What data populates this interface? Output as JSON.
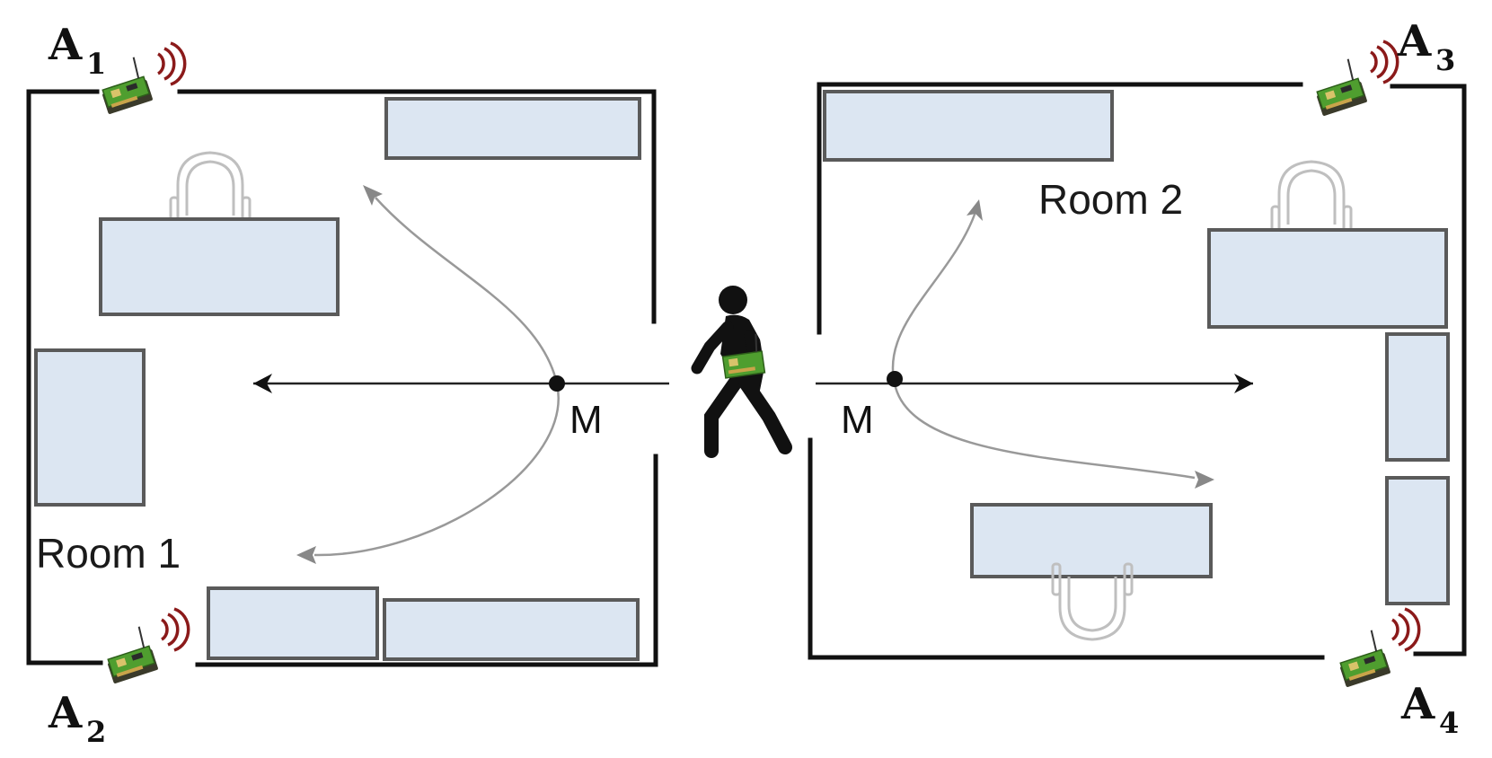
{
  "rooms": [
    {
      "label": "Room 1"
    },
    {
      "label": "Room 2"
    }
  ],
  "anchors": [
    {
      "letter": "A",
      "sub": "1"
    },
    {
      "letter": "A",
      "sub": "2"
    },
    {
      "letter": "A",
      "sub": "3"
    },
    {
      "letter": "A",
      "sub": "4"
    }
  ],
  "points": [
    {
      "label": "M"
    },
    {
      "label": "M"
    }
  ],
  "colors": {
    "furniture_fill": "#dce6f2",
    "furniture_stroke": "#5a5a5a",
    "wall": "#111111",
    "trajectory": "#999999",
    "device_green": "#3f8f2a",
    "signal_red": "#8b1a1a"
  },
  "icons": [
    "wifi-anchor-icon",
    "walking-person-icon",
    "chair-icon",
    "arrowhead-icon"
  ]
}
